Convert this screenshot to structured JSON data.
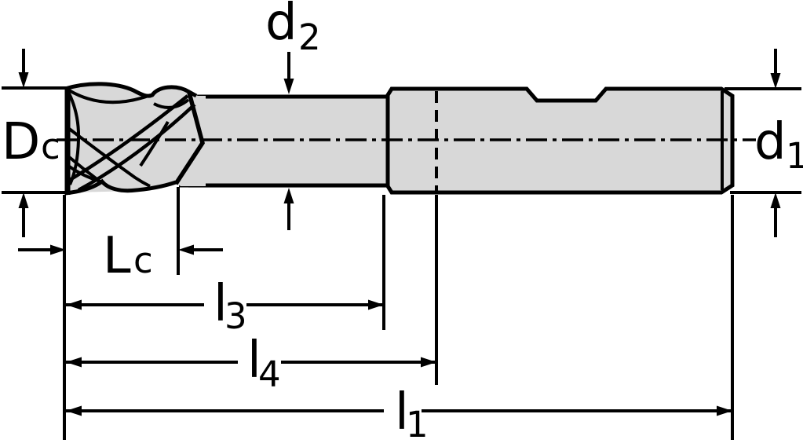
{
  "drawing": {
    "kind": "technical-dimension-drawing",
    "subject": "end-mill-cutter-side-view",
    "colors": {
      "background": "#ffffff",
      "body_fill": "#d8d8d8",
      "line": "#000000"
    },
    "labels": {
      "d2": {
        "main": "d",
        "sub": "2"
      },
      "Dc": {
        "main": "D",
        "sub": "c"
      },
      "d1": {
        "main": "d",
        "sub": "1"
      },
      "Lc": {
        "main": "L",
        "sub": "c"
      },
      "l3": {
        "main": "l",
        "sub": "3"
      },
      "l4": {
        "main": "l",
        "sub": "4"
      },
      "l1": {
        "main": "l",
        "sub": "1"
      }
    }
  }
}
